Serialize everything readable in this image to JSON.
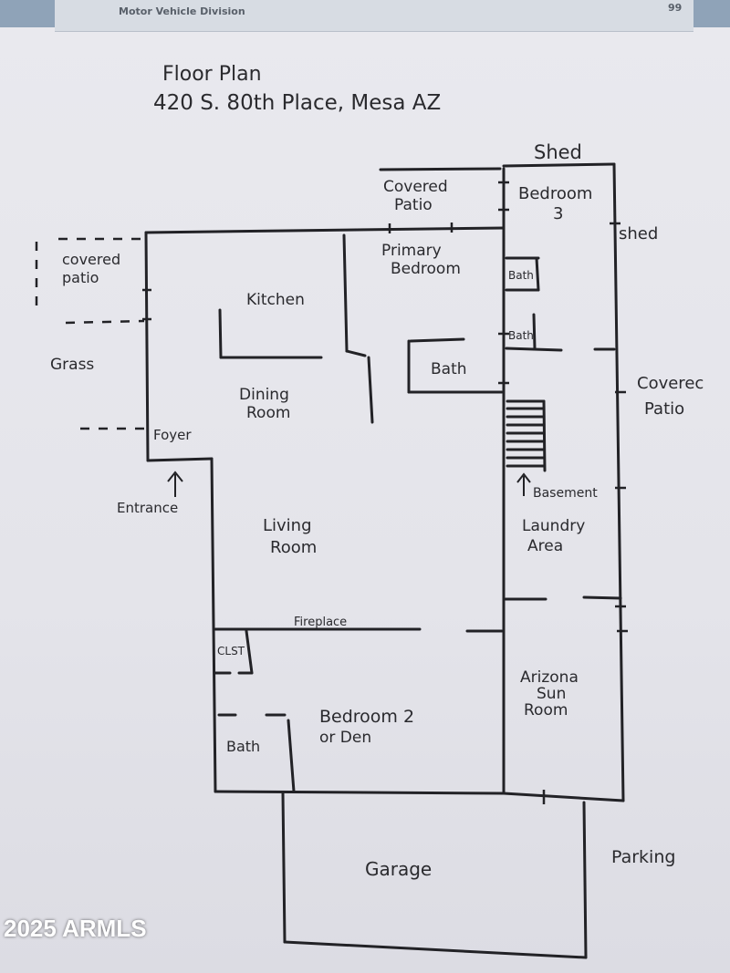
{
  "header": {
    "doc_strip_text": "Motor Vehicle Division",
    "doc_strip_num": "99"
  },
  "title": {
    "line1": "Floor Plan",
    "line2": "420 S. 80th Place, Mesa AZ"
  },
  "rooms": {
    "shed_top": "Shed",
    "covered_patio_top": [
      "Covered",
      "Patio"
    ],
    "bedroom3": [
      "Bedroom",
      "3"
    ],
    "shed_right": "shed",
    "covered_patio_left": [
      "covered",
      "patio"
    ],
    "primary_bedroom": [
      "Primary",
      "Bedroom"
    ],
    "kitchen": "Kitchen",
    "bath_small1": "Bath",
    "bath_small2": "Bath",
    "bath_main": "Bath",
    "grass": "Grass",
    "covered_patio_right": [
      "Coverec",
      "Patio"
    ],
    "dining_room": [
      "Dining",
      "Room"
    ],
    "foyer": "Foyer",
    "basement": "Basement",
    "entrance": "Entrance",
    "living_room": [
      "Living",
      "Room"
    ],
    "laundry_area": [
      "Laundry",
      "Area"
    ],
    "fireplace": "Fireplace",
    "clst": "CLST",
    "arizona_sun_room": [
      "Arizona",
      "Sun",
      "Room"
    ],
    "bedroom2": [
      "Bedroom 2",
      "or Den"
    ],
    "bath_bed2": "Bath",
    "garage": "Garage",
    "parking": "Parking"
  },
  "watermark": "2025 ARMLS"
}
